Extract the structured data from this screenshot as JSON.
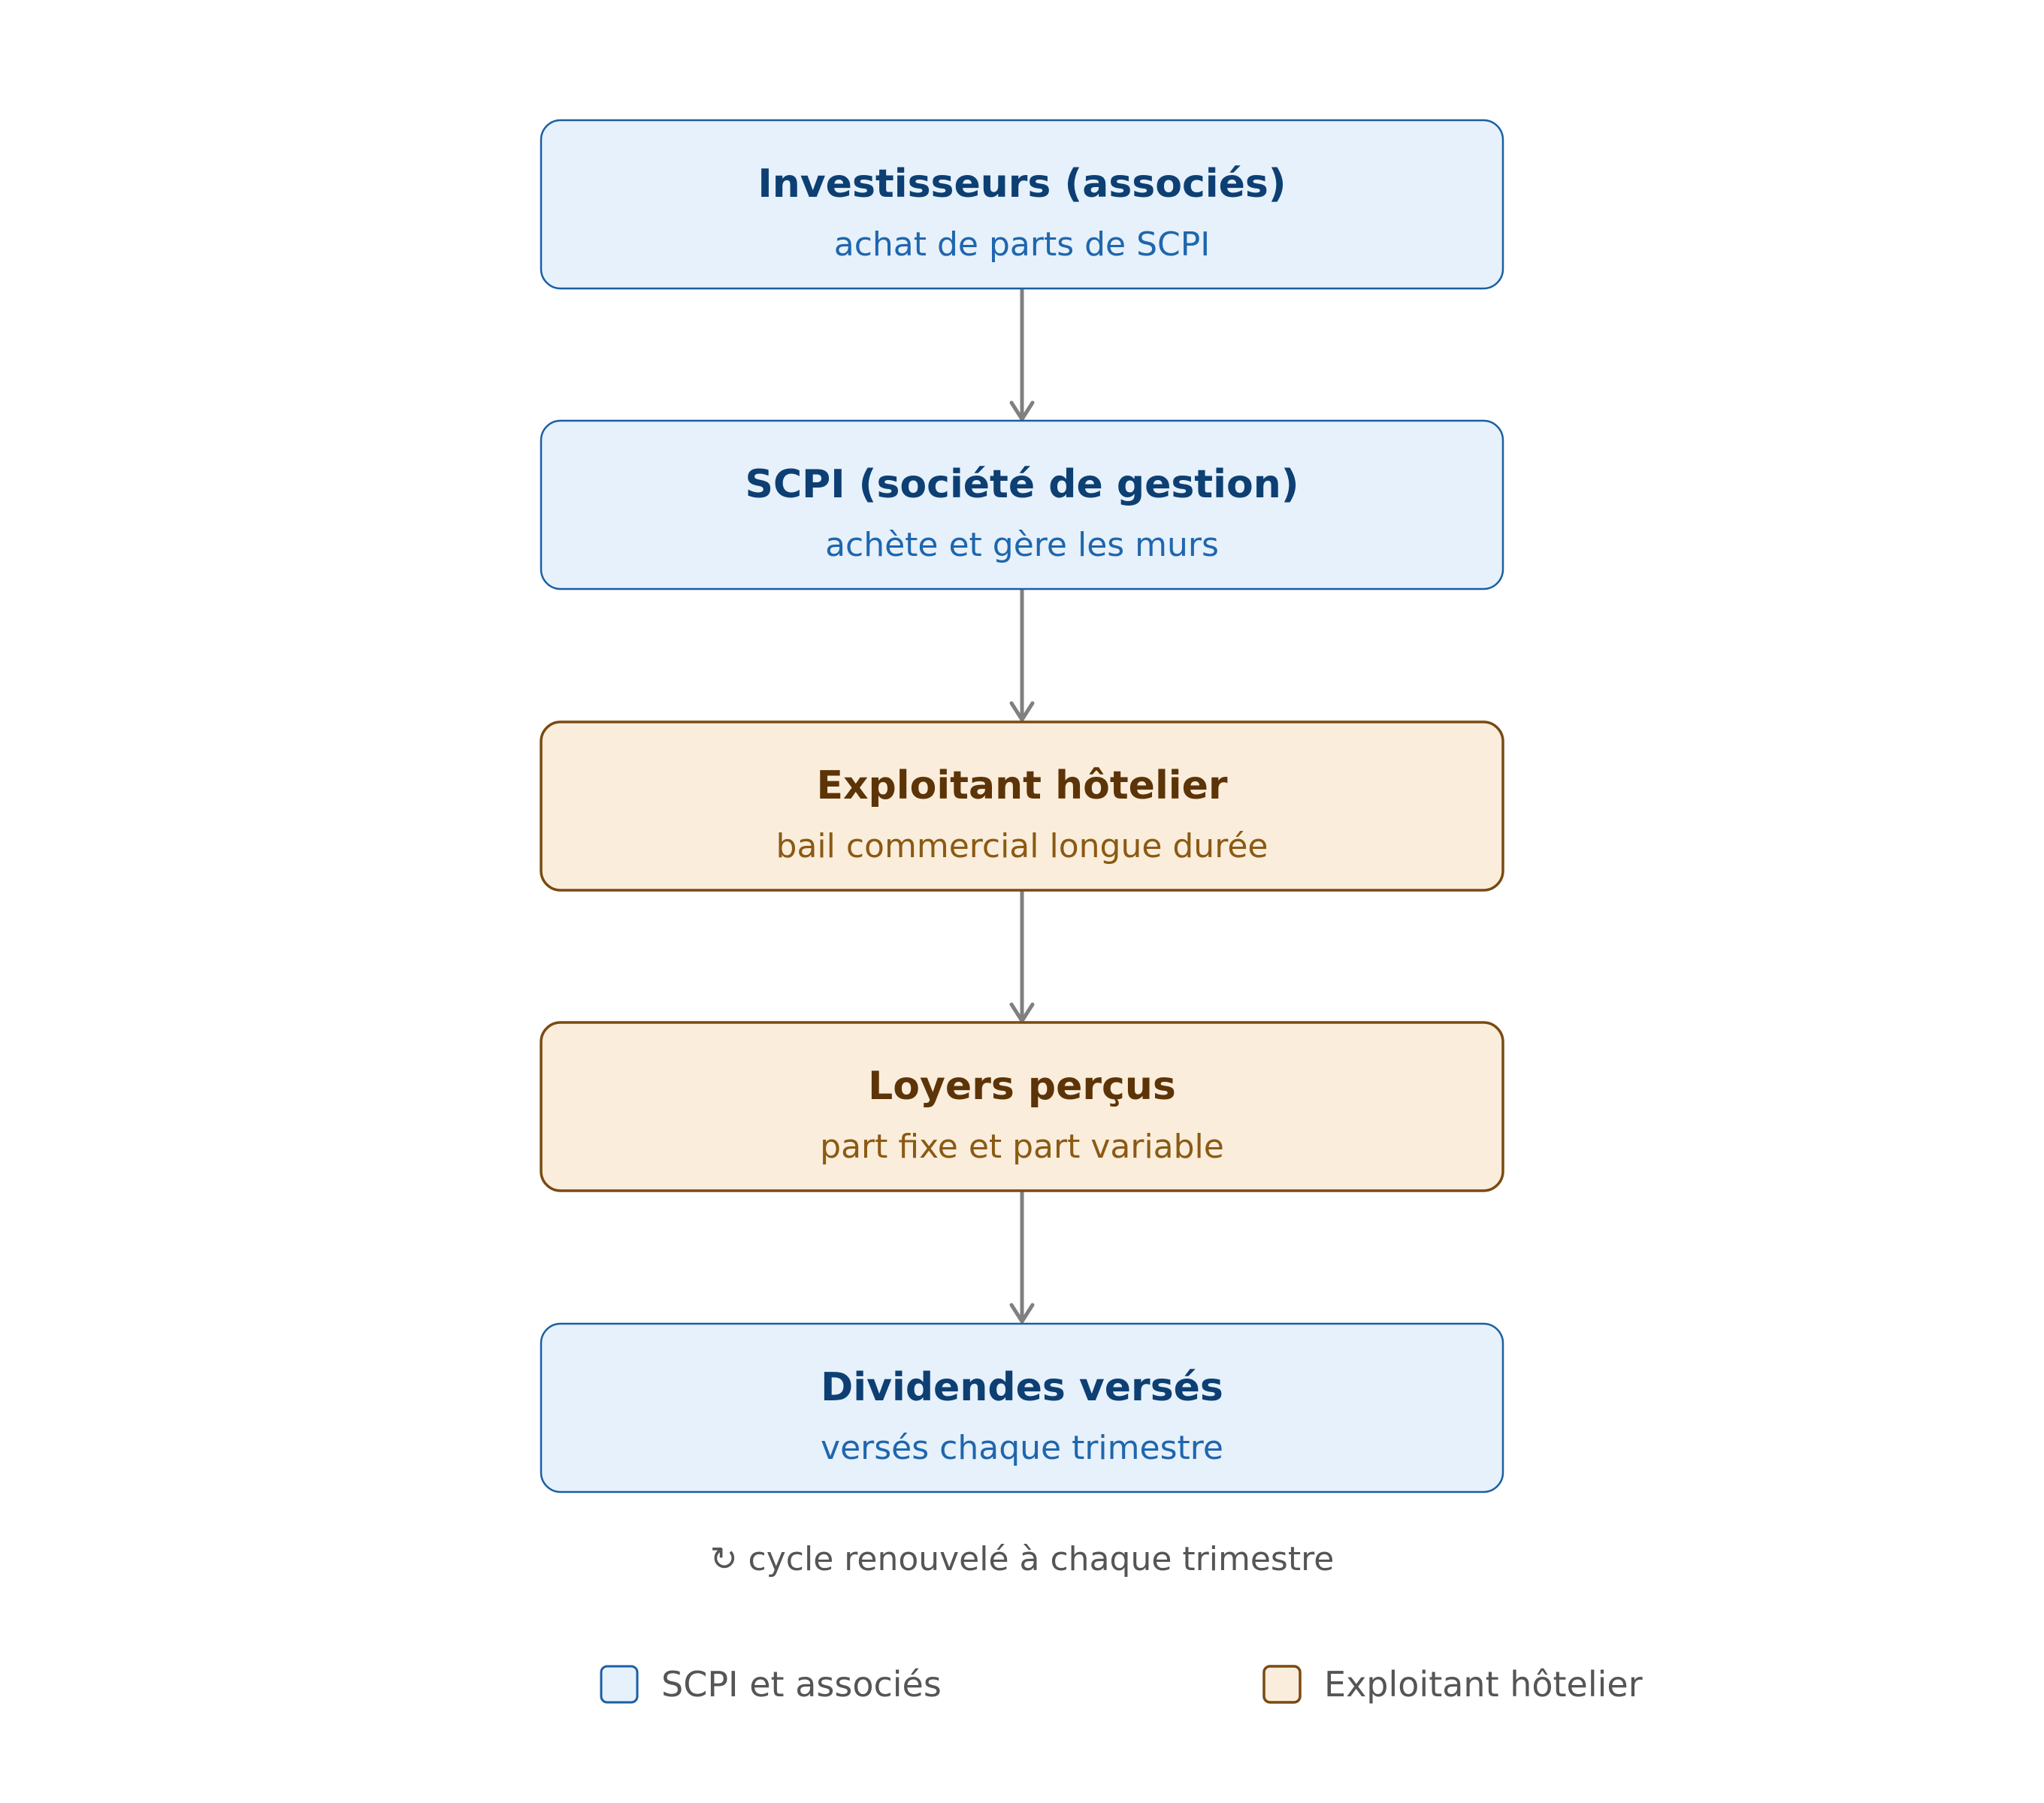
{
  "diagram": {
    "nodes": [
      {
        "title": "Investisseurs (associés)",
        "subtitle": "achat de parts de SCPI",
        "style": "blue"
      },
      {
        "title": "SCPI (société de gestion)",
        "subtitle": "achète et gère les murs",
        "style": "blue"
      },
      {
        "title": "Exploitant hôtelier",
        "subtitle": "bail commercial longue durée",
        "style": "orange"
      },
      {
        "title": "Loyers perçus",
        "subtitle": "part fixe et part variable",
        "style": "orange"
      },
      {
        "title": "Dividendes versés",
        "subtitle": "versés chaque trimestre",
        "style": "blue"
      }
    ],
    "cycle_note": "↻ cycle renouvelé à chaque trimestre",
    "legend": [
      {
        "label": "SCPI et associés",
        "style": "blue"
      },
      {
        "label": "Exploitant hôtelier",
        "style": "orange"
      }
    ]
  },
  "colors": {
    "blue_fill": "#e6f1fb",
    "blue_stroke": "#1a5fa3",
    "blue_title": "#0d3f73",
    "blue_subtitle": "#1f66ad",
    "orange_fill": "#fbeddb",
    "orange_stroke": "#7a4a12",
    "orange_title": "#5c3408",
    "orange_subtitle": "#8a5a14",
    "arrow": "#808080"
  }
}
